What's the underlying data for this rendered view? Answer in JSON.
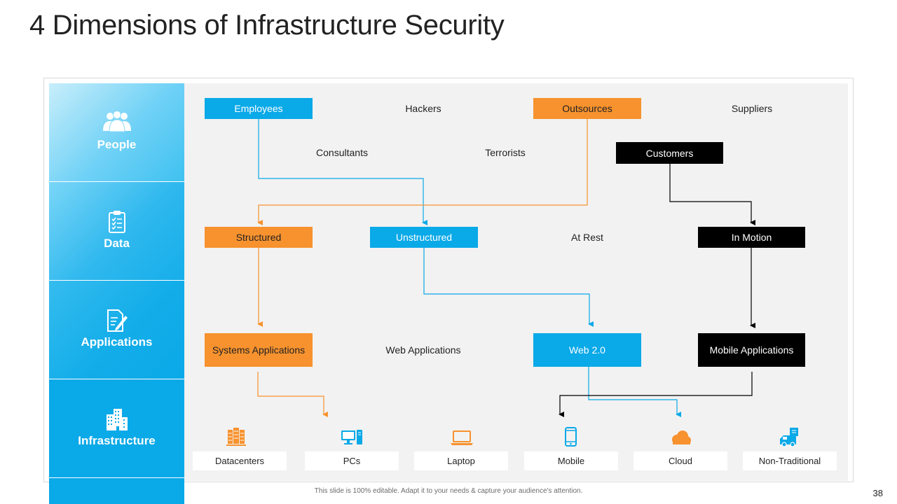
{
  "slide": {
    "title": "4 Dimensions of Infrastructure Security",
    "footer": "This slide is 100% editable. Adapt it to your needs & capture your audience's attention.",
    "page_number": "38"
  },
  "categories": [
    {
      "label": "People",
      "icon": "people-icon"
    },
    {
      "label": "Data",
      "icon": "clipboard-checklist-icon"
    },
    {
      "label": "Applications",
      "icon": "document-pen-icon"
    },
    {
      "label": "Infrastructure",
      "icon": "buildings-icon"
    }
  ],
  "people": {
    "employees": "Employees",
    "hackers": "Hackers",
    "outsources": "Outsources",
    "suppliers": "Suppliers",
    "consultants": "Consultants",
    "terrorists": "Terrorists",
    "customers": "Customers"
  },
  "data": {
    "structured": "Structured",
    "unstructured": "Unstructured",
    "at_rest": "At Rest",
    "in_motion": "In Motion"
  },
  "applications": {
    "systems": "Systems Applications",
    "web": "Web Applications",
    "web20": "Web 2.0",
    "mobile": "Mobile Applications"
  },
  "infrastructure": {
    "datacenters": "Datacenters",
    "pcs": "PCs",
    "laptop": "Laptop",
    "mobile": "Mobile",
    "cloud": "Cloud",
    "non_traditional": "Non-Traditional"
  },
  "colors": {
    "blue": "#0aa9e8",
    "orange": "#f7922e",
    "black": "#000000",
    "panel": "#f2f2f2"
  }
}
